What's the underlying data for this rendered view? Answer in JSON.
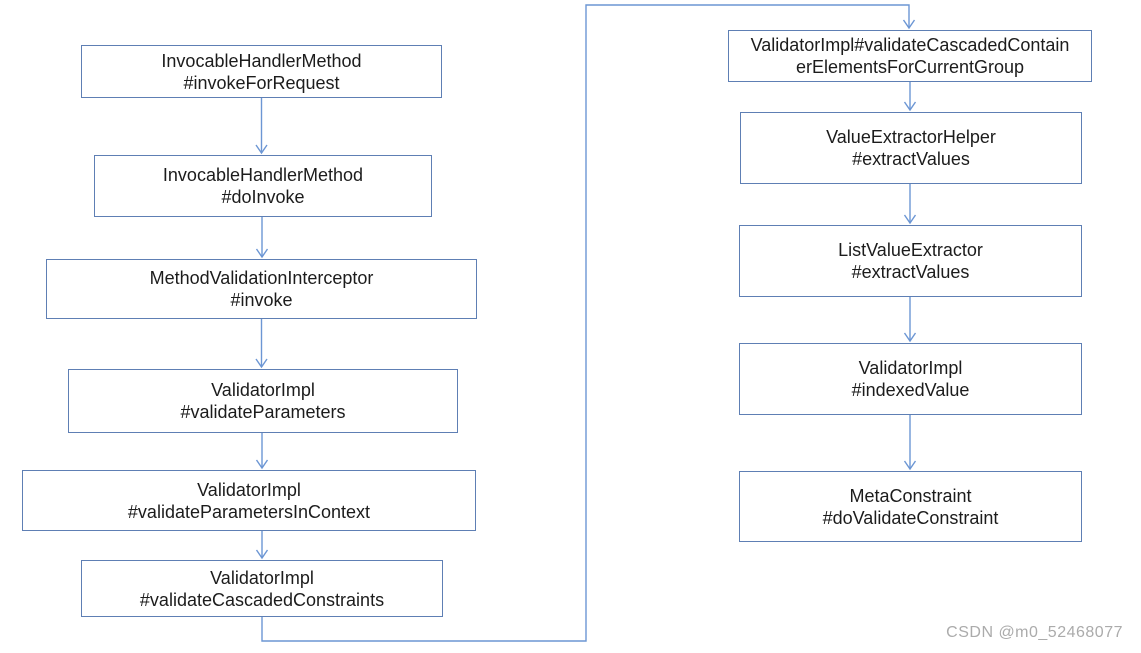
{
  "diagram": {
    "description": "Spring method validation call chain flowchart",
    "nodes": [
      {
        "id": "invoke-for-request",
        "line1": "InvocableHandlerMethod",
        "line2": "#invokeForRequest"
      },
      {
        "id": "do-invoke",
        "line1": "InvocableHandlerMethod",
        "line2": "#doInvoke"
      },
      {
        "id": "interceptor-invoke",
        "line1": "MethodValidationInterceptor",
        "line2": "#invoke"
      },
      {
        "id": "validate-parameters",
        "line1": "ValidatorImpl",
        "line2": "#validateParameters"
      },
      {
        "id": "validate-parameters-in-context",
        "line1": "ValidatorImpl",
        "line2": "#validateParametersInContext"
      },
      {
        "id": "validate-cascaded-constraints",
        "line1": "ValidatorImpl",
        "line2": "#validateCascadedConstraints"
      },
      {
        "id": "validate-cascaded-container-elements",
        "line1": "ValidatorImpl#validateCascadedContain",
        "line2": "erElementsForCurrentGroup"
      },
      {
        "id": "value-extractor-helper",
        "line1": "ValueExtractorHelper",
        "line2": "#extractValues"
      },
      {
        "id": "list-value-extractor",
        "line1": "ListValueExtractor",
        "line2": "#extractValues"
      },
      {
        "id": "indexed-value",
        "line1": "ValidatorImpl",
        "line2": "#indexedValue"
      },
      {
        "id": "do-validate-constraint",
        "line1": "MetaConstraint",
        "line2": "#doValidateConstraint"
      }
    ],
    "edges": [
      {
        "from": "invoke-for-request",
        "to": "do-invoke"
      },
      {
        "from": "do-invoke",
        "to": "interceptor-invoke"
      },
      {
        "from": "interceptor-invoke",
        "to": "validate-parameters"
      },
      {
        "from": "validate-parameters",
        "to": "validate-parameters-in-context"
      },
      {
        "from": "validate-parameters-in-context",
        "to": "validate-cascaded-constraints"
      },
      {
        "from": "validate-cascaded-constraints",
        "to": "validate-cascaded-container-elements"
      },
      {
        "from": "validate-cascaded-container-elements",
        "to": "value-extractor-helper"
      },
      {
        "from": "value-extractor-helper",
        "to": "list-value-extractor"
      },
      {
        "from": "list-value-extractor",
        "to": "indexed-value"
      },
      {
        "from": "indexed-value",
        "to": "do-validate-constraint"
      }
    ]
  },
  "watermark": {
    "text": "CSDN @m0_52468077"
  },
  "colors": {
    "box_border": "#5e7fb4",
    "arrow": "#6c96d4",
    "text": "#1c1c1c",
    "watermark": "#ababab",
    "background": "#ffffff"
  }
}
